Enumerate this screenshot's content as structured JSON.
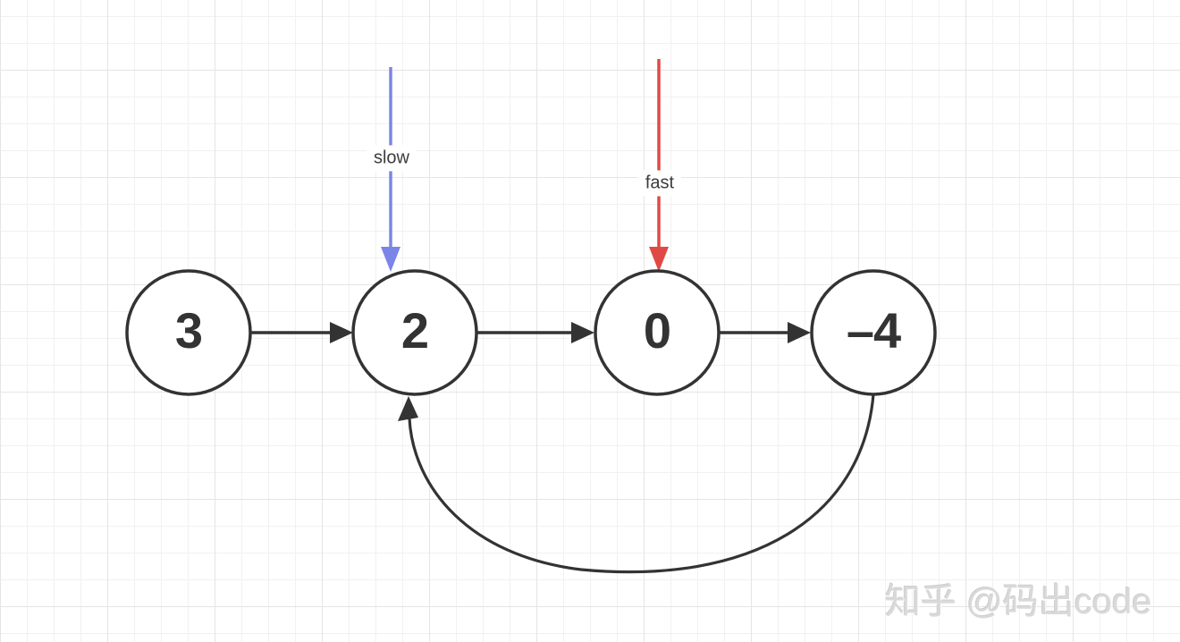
{
  "diagram": {
    "nodes": [
      {
        "value": "3"
      },
      {
        "value": "2"
      },
      {
        "value": "0"
      },
      {
        "value": "–4"
      }
    ],
    "pointers": {
      "slow": {
        "label": "slow",
        "color": "#7b85e8"
      },
      "fast": {
        "label": "fast",
        "color": "#df4a47"
      }
    },
    "colors": {
      "node_stroke": "#333333",
      "arrow": "#333333"
    },
    "watermark": "知乎 @码出code"
  }
}
